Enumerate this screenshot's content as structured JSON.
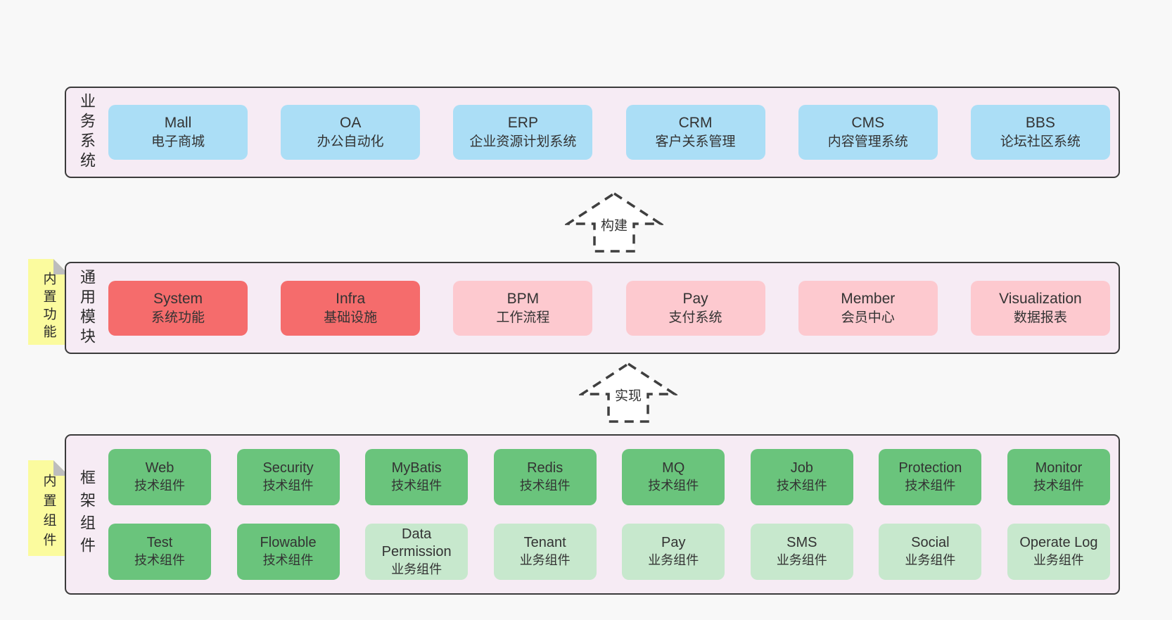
{
  "colors": {
    "page_bg": "#f8f8f8",
    "panel_bg": "#f6ebf4",
    "panel_border": "#3b3b3b",
    "blue": "#abdef6",
    "red": "#f56c6c",
    "pink": "#fdc9cf",
    "green": "#6ac47c",
    "light_green": "#c7e8cd",
    "sticky_bg": "#fbfb9e",
    "sticky_fold": "#bdbdbd",
    "text": "#333333"
  },
  "arrows": [
    {
      "label": "构建"
    },
    {
      "label": "实现"
    }
  ],
  "layers": [
    {
      "name": "business-systems",
      "side_label": "业务系统",
      "sticky": null,
      "rows": [
        [
          {
            "title": "Mall",
            "subtitle": "电子商城",
            "color": "blue"
          },
          {
            "title": "OA",
            "subtitle": "办公自动化",
            "color": "blue"
          },
          {
            "title": "ERP",
            "subtitle": "企业资源计划系统",
            "color": "blue"
          },
          {
            "title": "CRM",
            "subtitle": "客户关系管理",
            "color": "blue"
          },
          {
            "title": "CMS",
            "subtitle": "内容管理系统",
            "color": "blue"
          },
          {
            "title": "BBS",
            "subtitle": "论坛社区系统",
            "color": "blue"
          }
        ]
      ]
    },
    {
      "name": "common-modules",
      "side_label": "通用模块",
      "sticky": "内置功能",
      "rows": [
        [
          {
            "title": "System",
            "subtitle": "系统功能",
            "color": "red"
          },
          {
            "title": "Infra",
            "subtitle": "基础设施",
            "color": "red"
          },
          {
            "title": "BPM",
            "subtitle": "工作流程",
            "color": "pink"
          },
          {
            "title": "Pay",
            "subtitle": "支付系统",
            "color": "pink"
          },
          {
            "title": "Member",
            "subtitle": "会员中心",
            "color": "pink"
          },
          {
            "title": "Visualization",
            "subtitle": "数据报表",
            "color": "pink"
          }
        ]
      ]
    },
    {
      "name": "framework-components",
      "side_label": "框架组件",
      "sticky": "内置组件",
      "rows": [
        [
          {
            "title": "Web",
            "subtitle": "技术组件",
            "color": "green"
          },
          {
            "title": "Security",
            "subtitle": "技术组件",
            "color": "green"
          },
          {
            "title": "MyBatis",
            "subtitle": "技术组件",
            "color": "green"
          },
          {
            "title": "Redis",
            "subtitle": "技术组件",
            "color": "green"
          },
          {
            "title": "MQ",
            "subtitle": "技术组件",
            "color": "green"
          },
          {
            "title": "Job",
            "subtitle": "技术组件",
            "color": "green"
          },
          {
            "title": "Protection",
            "subtitle": "技术组件",
            "color": "green"
          },
          {
            "title": "Monitor",
            "subtitle": "技术组件",
            "color": "green"
          }
        ],
        [
          {
            "title": "Test",
            "subtitle": "技术组件",
            "color": "green"
          },
          {
            "title": "Flowable",
            "subtitle": "技术组件",
            "color": "green"
          },
          {
            "title": "Data Permission",
            "subtitle": "业务组件",
            "color": "light_green"
          },
          {
            "title": "Tenant",
            "subtitle": "业务组件",
            "color": "light_green"
          },
          {
            "title": "Pay",
            "subtitle": "业务组件",
            "color": "light_green"
          },
          {
            "title": "SMS",
            "subtitle": "业务组件",
            "color": "light_green"
          },
          {
            "title": "Social",
            "subtitle": "业务组件",
            "color": "light_green"
          },
          {
            "title": "Operate Log",
            "subtitle": "业务组件",
            "color": "light_green"
          }
        ]
      ]
    }
  ]
}
